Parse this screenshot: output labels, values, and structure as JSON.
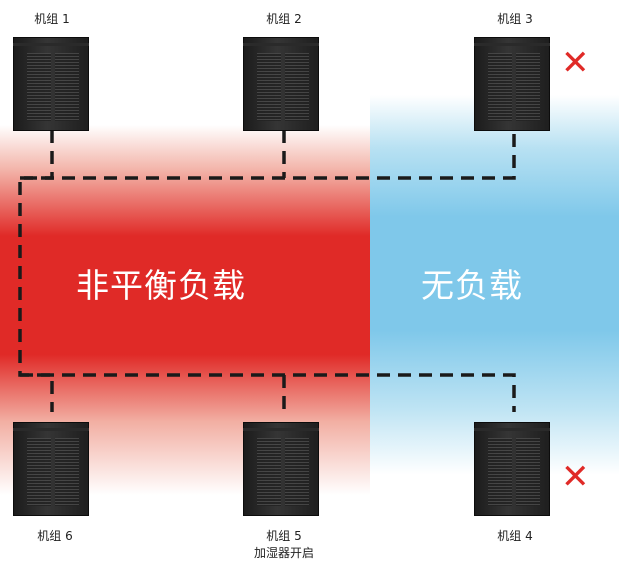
{
  "zones": {
    "red_label": "非平衡负载",
    "blue_label": "无负载"
  },
  "units": [
    {
      "name": "机组 1",
      "note": "",
      "failed": false
    },
    {
      "name": "机组 2",
      "note": "",
      "failed": false
    },
    {
      "name": "机组 3",
      "note": "",
      "failed": true
    },
    {
      "name": "机组 4",
      "note": "",
      "failed": true
    },
    {
      "name": "机组 5",
      "note": "加湿器开启",
      "failed": false
    },
    {
      "name": "机组 6",
      "note": "",
      "failed": false
    }
  ],
  "fail_mark": "✕",
  "colors": {
    "unbalanced_zone": "#e02a27",
    "no_load_zone": "#7fc8ea",
    "fail_mark": "#e02a27"
  }
}
